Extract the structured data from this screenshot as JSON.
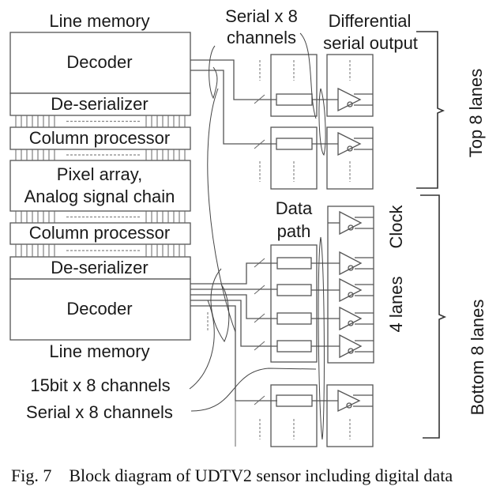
{
  "figure": {
    "left_stack": {
      "top_line_memory": "Line memory",
      "top_decoder": "Decoder",
      "top_deserializer": "De-serializer",
      "top_column_processor": "Column processor",
      "pixel_array_line1": "Pixel array,",
      "pixel_array_line2": "Analog signal chain",
      "bottom_column_processor": "Column processor",
      "bottom_deserializer": "De-serializer",
      "bottom_decoder": "Decoder",
      "bottom_line_memory": "Line memory"
    },
    "annotations": {
      "serial_x8_line1": "Serial x 8",
      "serial_x8_line2": "channels",
      "diff_out_line1": "Differential",
      "diff_out_line2": "serial output",
      "data_path_line1": "Data",
      "data_path_line2": "path",
      "clock": "Clock",
      "four_lanes": "4 lanes",
      "top_8_lanes": "Top 8 lanes",
      "bottom_8_lanes": "Bottom 8 lanes",
      "bit15_x8": "15bit x 8 channels",
      "serial_x8_channels": "Serial x 8 channels"
    },
    "caption": "Fig. 7    Block diagram of UDTV2 sensor including digital data"
  }
}
